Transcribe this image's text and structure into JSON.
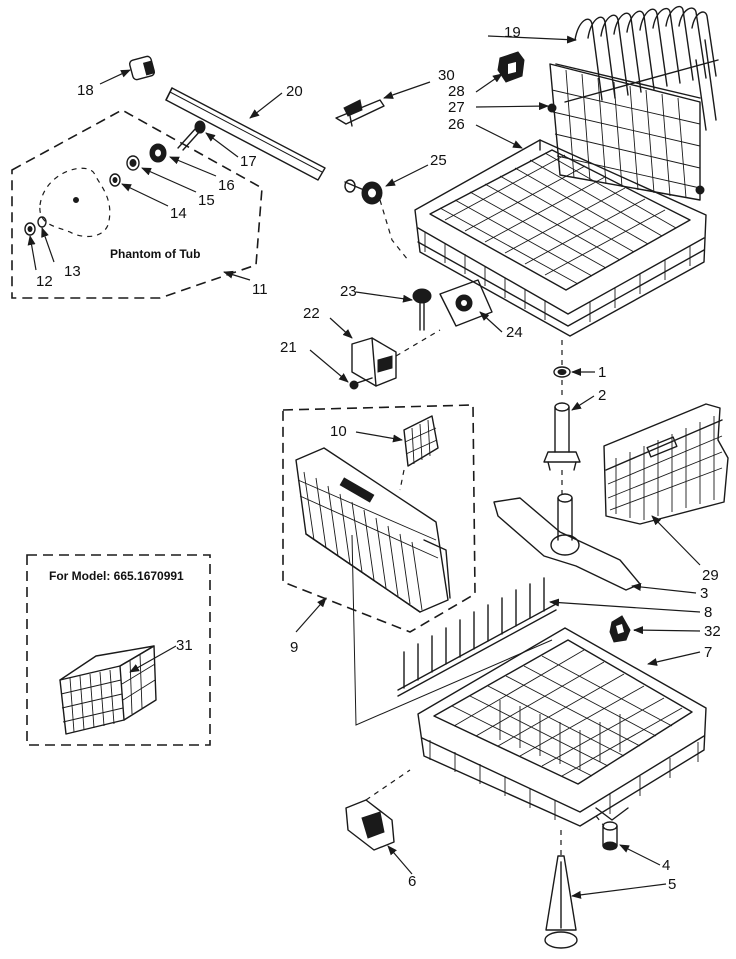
{
  "diagram": {
    "part_numbers": [
      "1",
      "2",
      "3",
      "4",
      "5",
      "6",
      "7",
      "8",
      "9",
      "10",
      "11",
      "12",
      "13",
      "14",
      "15",
      "16",
      "17",
      "18",
      "19",
      "20",
      "21",
      "22",
      "23",
      "24",
      "25",
      "26",
      "27",
      "28",
      "29",
      "30",
      "31",
      "32"
    ],
    "labels": {
      "phantom": "Phantom of Tub",
      "model_note": "For Model: 665.1670991"
    }
  }
}
